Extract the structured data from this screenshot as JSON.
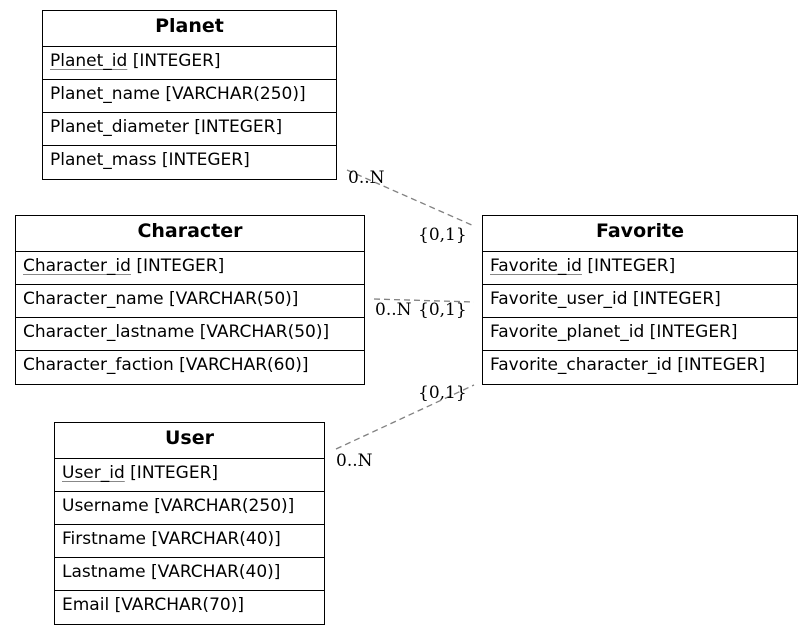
{
  "entities": {
    "planet": {
      "name": "Planet",
      "attributes": [
        {
          "key": "Planet_id",
          "type": " [INTEGER]"
        },
        {
          "text": "Planet_name [VARCHAR(250)]"
        },
        {
          "text": "Planet_diameter [INTEGER]"
        },
        {
          "text": "Planet_mass [INTEGER]"
        }
      ]
    },
    "character": {
      "name": "Character",
      "attributes": [
        {
          "key": "Character_id",
          "type": " [INTEGER]"
        },
        {
          "text": "Character_name [VARCHAR(50)]"
        },
        {
          "text": "Character_lastname [VARCHAR(50)]"
        },
        {
          "text": "Character_faction [VARCHAR(60)]"
        }
      ]
    },
    "user": {
      "name": "User",
      "attributes": [
        {
          "key": "User_id",
          "type": " [INTEGER]"
        },
        {
          "text": "Username [VARCHAR(250)]"
        },
        {
          "text": "Firstname [VARCHAR(40)]"
        },
        {
          "text": "Lastname [VARCHAR(40)]"
        },
        {
          "text": "Email [VARCHAR(70)]"
        }
      ]
    },
    "favorite": {
      "name": "Favorite",
      "attributes": [
        {
          "key": "Favorite_id",
          "type": " [INTEGER]"
        },
        {
          "text": "Favorite_user_id [INTEGER]"
        },
        {
          "text": "Favorite_planet_id [INTEGER]"
        },
        {
          "text": "Favorite_character_id [INTEGER]"
        }
      ]
    }
  },
  "relationships": {
    "planet_favorite": {
      "many": "0..N",
      "one": "{0,1}"
    },
    "character_favorite": {
      "many": "0..N",
      "one": "{0,1}"
    },
    "user_favorite": {
      "many": "0..N",
      "one": "{0,1}"
    }
  },
  "colors": {
    "line": "#808080",
    "border": "#000000",
    "background": "#ffffff"
  }
}
